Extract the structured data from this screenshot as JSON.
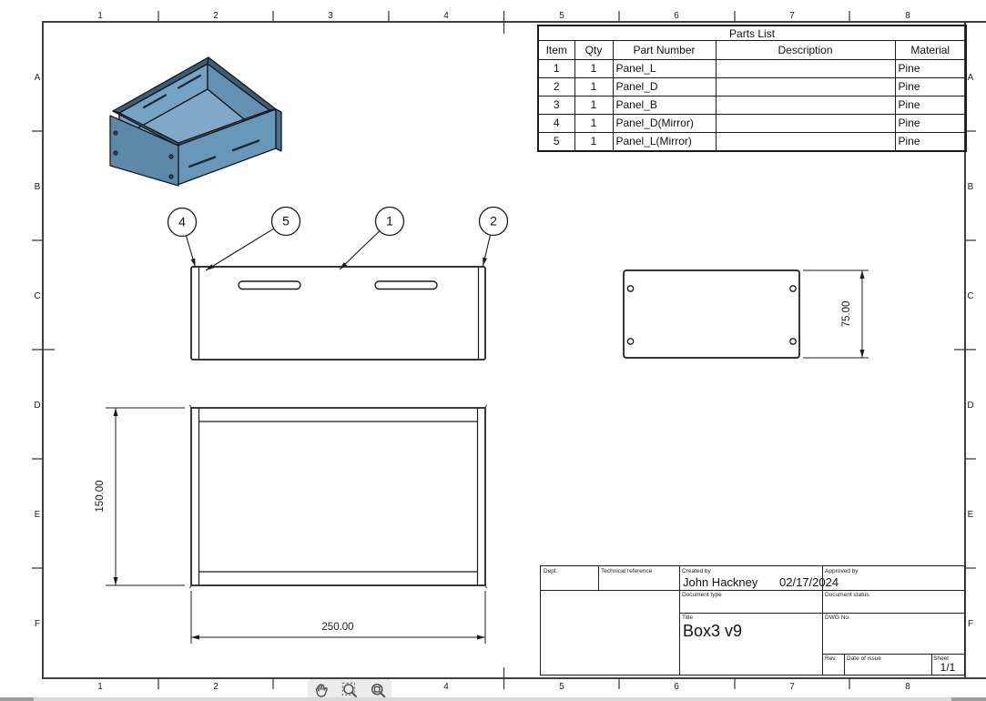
{
  "sheet": {
    "zone_columns": [
      "1",
      "2",
      "3",
      "4",
      "5",
      "6",
      "7",
      "8"
    ],
    "zone_rows": [
      "A",
      "B",
      "C",
      "D",
      "E",
      "F"
    ]
  },
  "parts_list": {
    "title": "Parts List",
    "columns": [
      "Item",
      "Qty",
      "Part Number",
      "Description",
      "Material"
    ],
    "rows": [
      {
        "item": "1",
        "qty": "1",
        "part_number": "Panel_L",
        "description": "",
        "material": "Pine"
      },
      {
        "item": "2",
        "qty": "1",
        "part_number": "Panel_D",
        "description": "",
        "material": "Pine"
      },
      {
        "item": "3",
        "qty": "1",
        "part_number": "Panel_B",
        "description": "",
        "material": "Pine"
      },
      {
        "item": "4",
        "qty": "1",
        "part_number": "Panel_D(Mirror)",
        "description": "",
        "material": "Pine"
      },
      {
        "item": "5",
        "qty": "1",
        "part_number": "Panel_L(Mirror)",
        "description": "",
        "material": "Pine"
      }
    ]
  },
  "title_block": {
    "dept_label": "Dept.",
    "technical_reference_label": "Technical reference",
    "created_by_label": "Created by",
    "created_by": "John Hackney",
    "created_date": "02/17/2024",
    "approved_by_label": "Approved by",
    "document_type_label": "Document type",
    "document_status_label": "Document status",
    "title_label": "Title",
    "title": "Box3 v9",
    "dwg_no_label": "DWG No.",
    "rev_label": "Rev.",
    "date_of_issue_label": "Date of issue",
    "sheet_label": "Sheet",
    "sheet_value": "1/1"
  },
  "drawing": {
    "balloons": [
      "4",
      "5",
      "1",
      "2"
    ],
    "dim_width": "250.00",
    "dim_depth": "150.00",
    "dim_side_height": "75.00"
  },
  "toolbar": {
    "icons": [
      "pan-hand-icon",
      "zoom-window-icon",
      "zoom-fit-icon"
    ]
  },
  "colors": {
    "box_front": "#6897ba",
    "box_end_panel": "#5e88a8",
    "box_inner_back": "#75a3c5",
    "box_inner_right": "#6491b3",
    "box_inner_left": "#587f9d",
    "box_floor": "#81a9c7",
    "box_rim": "#3c5d76",
    "box_cap": "#4a7090",
    "toolbar_bg": "#ececec",
    "scrollbar_track": "#d9d9d9",
    "scrollbar_thumb": "#9e9e9e"
  }
}
